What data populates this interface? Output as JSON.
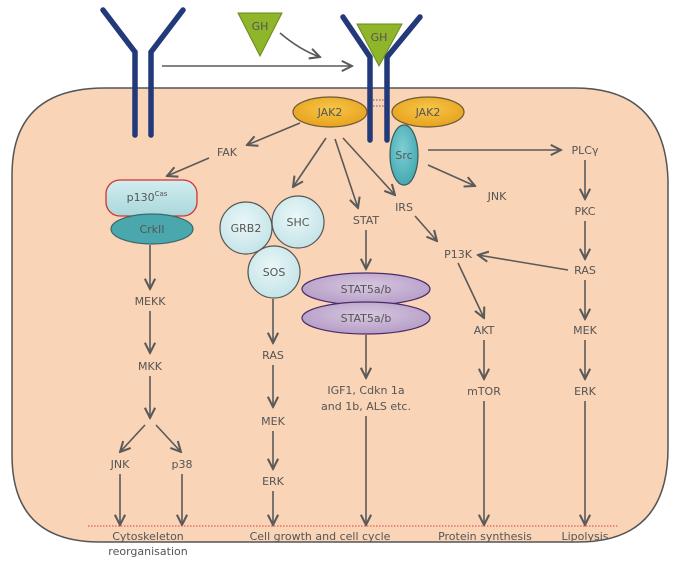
{
  "diagram": {
    "title": "Growth hormone receptor signalling pathways",
    "ligand": {
      "label": "GH",
      "bound_label": "GH"
    },
    "colors": {
      "cell": "#f9d4b6",
      "receptor": "#233a7a",
      "ligand": "#8fb52a",
      "jak2": "#f0b02a",
      "src": "#5ab8c0",
      "p130": "#bfe3e6",
      "crkii": "#4aa7ad",
      "adaptor": "#d8eef0",
      "stat5": "#c7b3d3",
      "outcome_line": "#e04040"
    },
    "nodes": {
      "jak2_left": "JAK2",
      "jak2_right": "JAK2",
      "src": "Src",
      "fak": "FAK",
      "p130_base": "p130",
      "p130_sup": "Cas",
      "crkii": "CrkII",
      "grb2": "GRB2",
      "shc": "SHC",
      "sos": "SOS",
      "stat": "STAT",
      "stat5_top": "STAT5a/b",
      "stat5_bottom": "STAT5a/b",
      "irs": "IRS",
      "jnk_src": "JNK",
      "plcg": "PLCγ",
      "pkc": "PKC",
      "ras_right": "RAS",
      "p13k": "P13K",
      "akt": "AKT",
      "mtor": "mTOR",
      "mek_right": "MEK",
      "erk_right": "ERK",
      "mekk": "MEKK",
      "mkk": "MKK",
      "jnk": "JNK",
      "p38": "p38",
      "ras_mid": "RAS",
      "mek_mid": "MEK",
      "erk_mid": "ERK",
      "igf1_line1": "IGF1, Cdkn 1a",
      "igf1_line2": "and 1b, ALS etc."
    },
    "outcomes": {
      "cytoskeleton_line1": "Cytoskeleton",
      "cytoskeleton_line2": "reorganisation",
      "growth": "Cell growth and cell cycle",
      "protein": "Protein synthesis",
      "lipolysis": "Lipolysis"
    }
  }
}
